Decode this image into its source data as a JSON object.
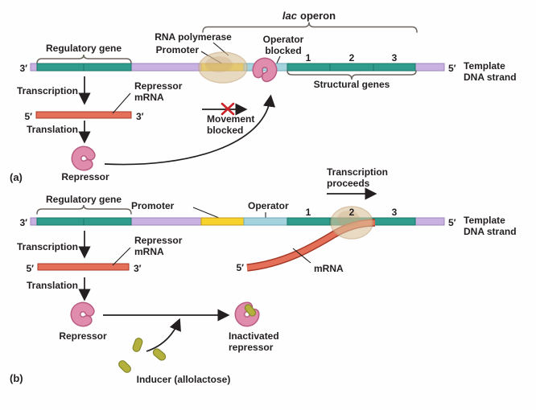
{
  "colors": {
    "teal": "#2F9C8D",
    "teal_dark": "#1A7568",
    "lavender": "#C9B2E1",
    "lavender_dark": "#9C85BE",
    "yellow": "#F5D32B",
    "yellow_dark": "#C79A1B",
    "light_blue": "#A5D3DD",
    "light_blue_dark": "#6FA9BC",
    "pink": "#E08CAC",
    "pink_dark": "#B95D82",
    "tan": "#DCC49C",
    "tan_dark": "#C2A276",
    "red_orange": "#E4705A",
    "red_orange_dark": "#A63A28",
    "olive": "#B3B13C",
    "olive_dark": "#85862C",
    "ink": "#231F20",
    "red_x": "#CC2229"
  },
  "panel_a": {
    "tag": "(a)",
    "lac_italic": "lac",
    "lac_rest": "operon",
    "rna_polymerase": "RNA polymerase",
    "promoter": "Promoter",
    "operator_blocked_1": "Operator",
    "operator_blocked_2": "blocked",
    "regulatory_gene": "Regulatory gene",
    "structural_genes": "Structural genes",
    "gene_numbers": [
      "1",
      "2",
      "3"
    ],
    "three_prime": "3′",
    "five_prime": "5′",
    "template_1": "Template",
    "template_2": "DNA strand",
    "transcription": "Transcription",
    "translation": "Translation",
    "repressor_mrna_1": "Repressor",
    "repressor_mrna_2": "mRNA",
    "mrna_five_prime": "5′",
    "mrna_three_prime": "3′",
    "movement_1": "Movement",
    "movement_2": "blocked",
    "repressor": "Repressor"
  },
  "panel_b": {
    "tag": "(b)",
    "regulatory_gene": "Regulatory gene",
    "promoter": "Promoter",
    "operator": "Operator",
    "gene_numbers": [
      "1",
      "2",
      "3"
    ],
    "three_prime": "3′",
    "five_prime": "5′",
    "template_1": "Template",
    "template_2": "DNA strand",
    "transcription_proceeds_1": "Transcription",
    "transcription_proceeds_2": "proceeds",
    "transcription": "Transcription",
    "translation": "Translation",
    "repressor_mrna_1": "Repressor",
    "repressor_mrna_2": "mRNA",
    "mrna_five_prime": "5′",
    "mrna_three_prime": "3′",
    "curve_five_prime": "5′",
    "mrna": "mRNA",
    "repressor": "Repressor",
    "inactivated_1": "Inactivated",
    "inactivated_2": "repressor",
    "inducer": "Inducer (allolactose)"
  }
}
